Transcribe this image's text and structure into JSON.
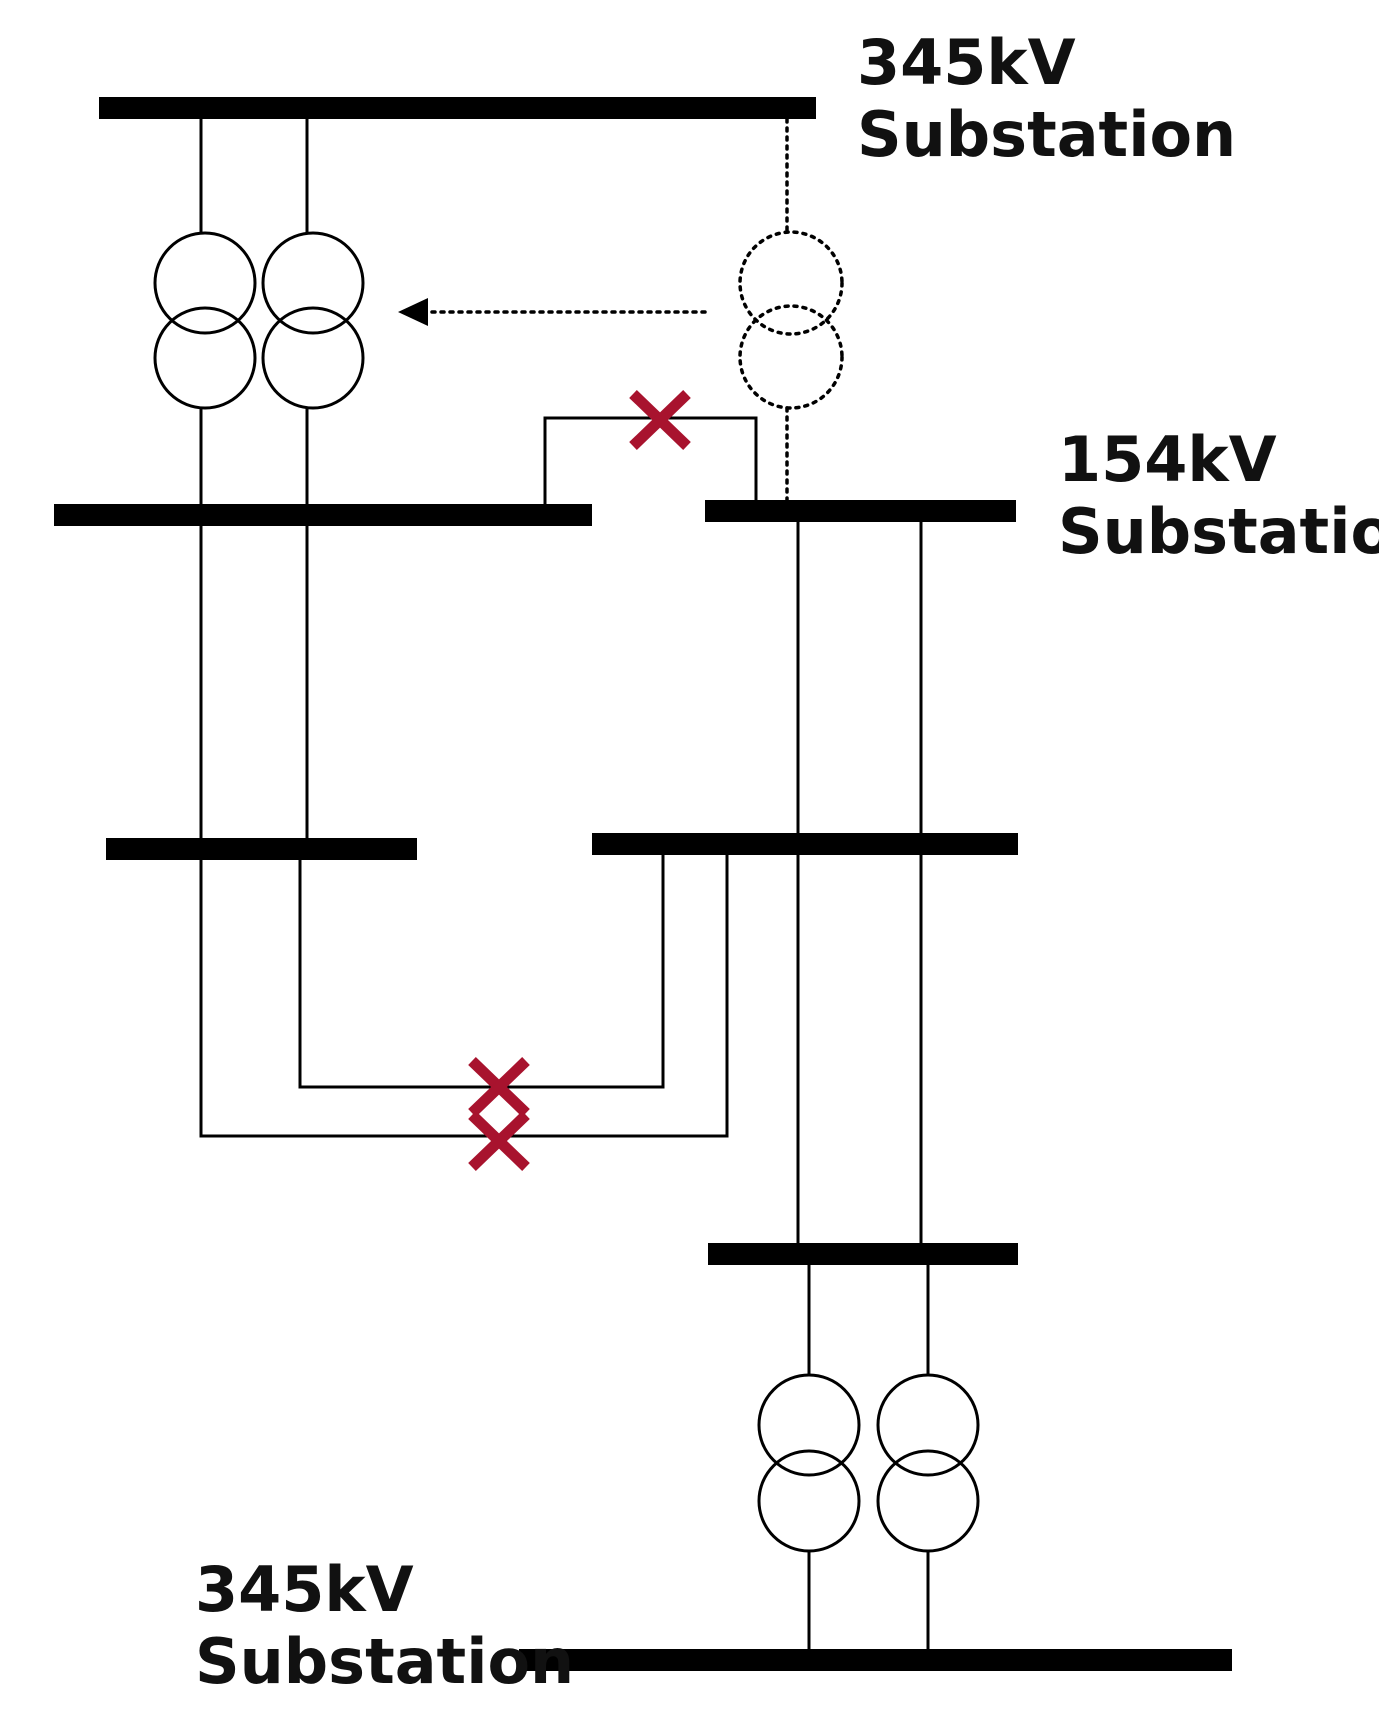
{
  "labels": {
    "top_345": {
      "line1": "345kV",
      "line2": "Substation"
    },
    "mid_154": {
      "line1": "154kV",
      "line2": "Substation"
    },
    "bottom_345": {
      "line1": "345kV",
      "line2": "Substation"
    }
  },
  "colors": {
    "line": "#000000",
    "open_breaker": "#a8132e",
    "background": "#ffffff"
  },
  "symbols": {
    "bus": "busbar",
    "transformer": "two-winding-transformer",
    "open_breaker": "open-breaker-x",
    "relocation_arrow": "dotted-arrow"
  }
}
